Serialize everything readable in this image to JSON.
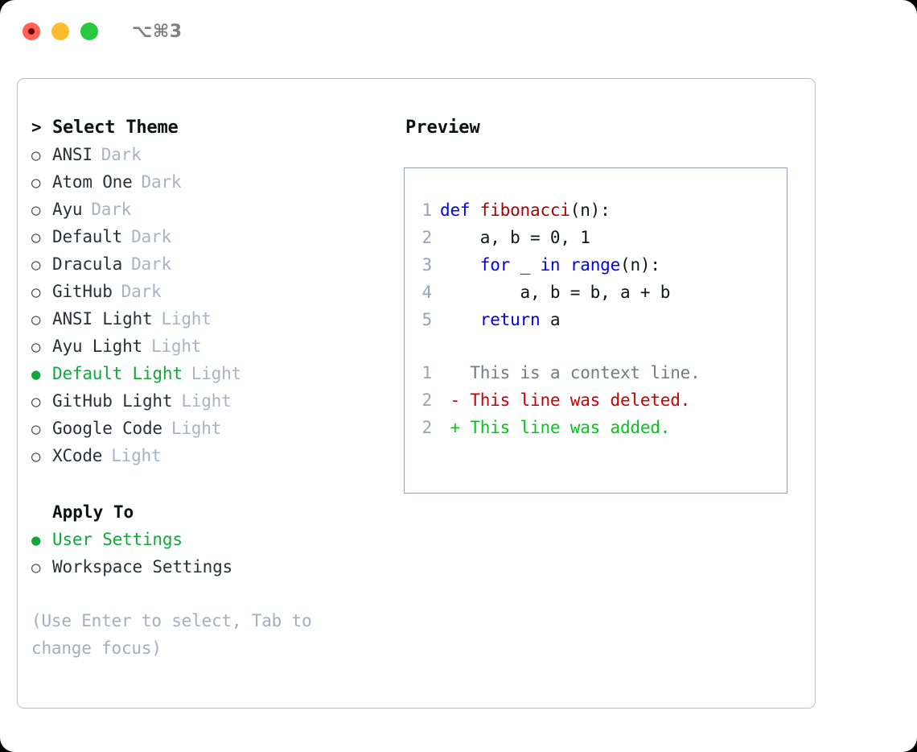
{
  "window": {
    "shortcut": "⌥⌘3",
    "traffic_lights": [
      {
        "name": "close",
        "color": "#ff6159"
      },
      {
        "name": "minimize",
        "color": "#ffbd2e"
      },
      {
        "name": "maximize",
        "color": "#28c840"
      }
    ]
  },
  "theme_list": {
    "header": {
      "caret": ">",
      "label": "Select Theme"
    },
    "marker_empty": "○",
    "marker_filled": "●",
    "items": [
      {
        "label": "ANSI",
        "tag": "Dark",
        "selected": false
      },
      {
        "label": "Atom One",
        "tag": "Dark",
        "selected": false
      },
      {
        "label": "Ayu",
        "tag": "Dark",
        "selected": false
      },
      {
        "label": "Default",
        "tag": "Dark",
        "selected": false
      },
      {
        "label": "Dracula",
        "tag": "Dark",
        "selected": false
      },
      {
        "label": "GitHub",
        "tag": "Dark",
        "selected": false
      },
      {
        "label": "ANSI Light",
        "tag": "Light",
        "selected": false
      },
      {
        "label": "Ayu Light",
        "tag": "Light",
        "selected": false
      },
      {
        "label": "Default Light",
        "tag": "Light",
        "selected": true
      },
      {
        "label": "GitHub Light",
        "tag": "Light",
        "selected": false
      },
      {
        "label": "Google Code",
        "tag": "Light",
        "selected": false
      },
      {
        "label": "XCode",
        "tag": "Light",
        "selected": false
      }
    ]
  },
  "apply_to": {
    "header": "Apply To",
    "items": [
      {
        "label": "User Settings",
        "selected": true
      },
      {
        "label": "Workspace Settings",
        "selected": false
      }
    ]
  },
  "hint": "(Use Enter to select, Tab to change focus)",
  "preview": {
    "title": "Preview",
    "code_lines": [
      {
        "no": "1",
        "tokens": [
          {
            "t": "def ",
            "k": "kw"
          },
          {
            "t": "fibonacci",
            "k": "fn"
          },
          {
            "t": "(n):",
            "k": "pl"
          }
        ]
      },
      {
        "no": "2",
        "tokens": [
          {
            "t": "    a, b = 0, 1",
            "k": "pl"
          }
        ]
      },
      {
        "no": "3",
        "tokens": [
          {
            "t": "    ",
            "k": "pl"
          },
          {
            "t": "for",
            "k": "kw"
          },
          {
            "t": " _ ",
            "k": "pl"
          },
          {
            "t": "in",
            "k": "kw"
          },
          {
            "t": " ",
            "k": "pl"
          },
          {
            "t": "range",
            "k": "kw"
          },
          {
            "t": "(n):",
            "k": "pl"
          }
        ]
      },
      {
        "no": "4",
        "tokens": [
          {
            "t": "        a, b = b, a + b",
            "k": "pl"
          }
        ]
      },
      {
        "no": "5",
        "tokens": [
          {
            "t": "    ",
            "k": "pl"
          },
          {
            "t": "return",
            "k": "kw"
          },
          {
            "t": " a",
            "k": "pl"
          }
        ]
      }
    ],
    "diff_lines": [
      {
        "no": "1",
        "sign": " ",
        "text": "This is a context line.",
        "kind": "ctx"
      },
      {
        "no": "2",
        "sign": "-",
        "text": "This line was deleted.",
        "kind": "del"
      },
      {
        "no": "2",
        "sign": "+",
        "text": "This line was added.",
        "kind": "add"
      }
    ]
  },
  "colors": {
    "accent_green": "#12a83c",
    "keyword_blue": "#0000ee",
    "function_red": "#aa0000",
    "diff_delete": "#cc0000",
    "diff_add": "#00c81e",
    "muted": "#a9b3c2"
  }
}
